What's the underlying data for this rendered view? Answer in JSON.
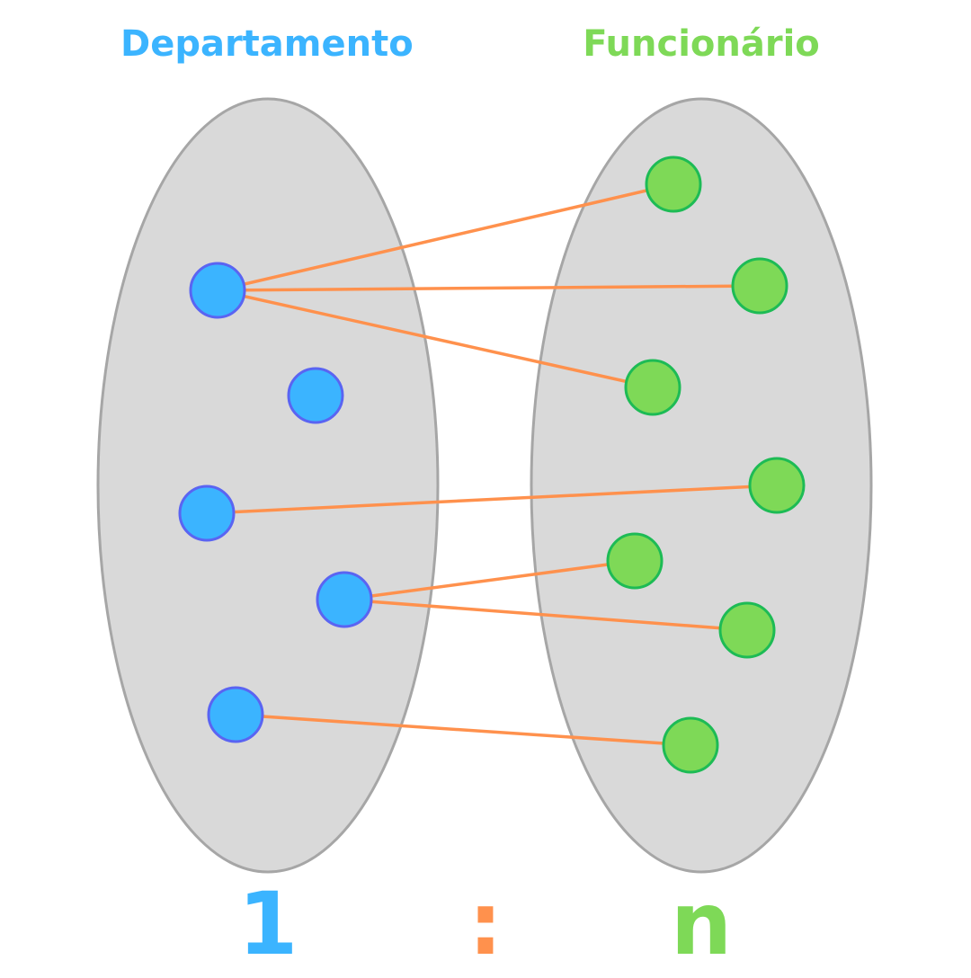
{
  "titles": {
    "left": "Departamento",
    "right": "Funcionário"
  },
  "cardinality": {
    "left": "1",
    "separator": ":",
    "right": "n"
  },
  "colors": {
    "left_entity": "#3bb4ff",
    "left_entity_border": "#5a64f2",
    "right_entity": "#7ed957",
    "right_entity_border": "#1dbb55",
    "link": "#ff914d",
    "set_fill": "#d9d9d9",
    "set_border": "#a6a6a6"
  },
  "sets": {
    "left": {
      "name": "Departamento",
      "element_count": 5
    },
    "right": {
      "name": "Funcionário",
      "element_count": 7
    }
  },
  "links": [
    {
      "from": 0,
      "to": 0
    },
    {
      "from": 0,
      "to": 1
    },
    {
      "from": 0,
      "to": 2
    },
    {
      "from": 2,
      "to": 3
    },
    {
      "from": 3,
      "to": 4
    },
    {
      "from": 3,
      "to": 5
    },
    {
      "from": 4,
      "to": 6
    }
  ]
}
